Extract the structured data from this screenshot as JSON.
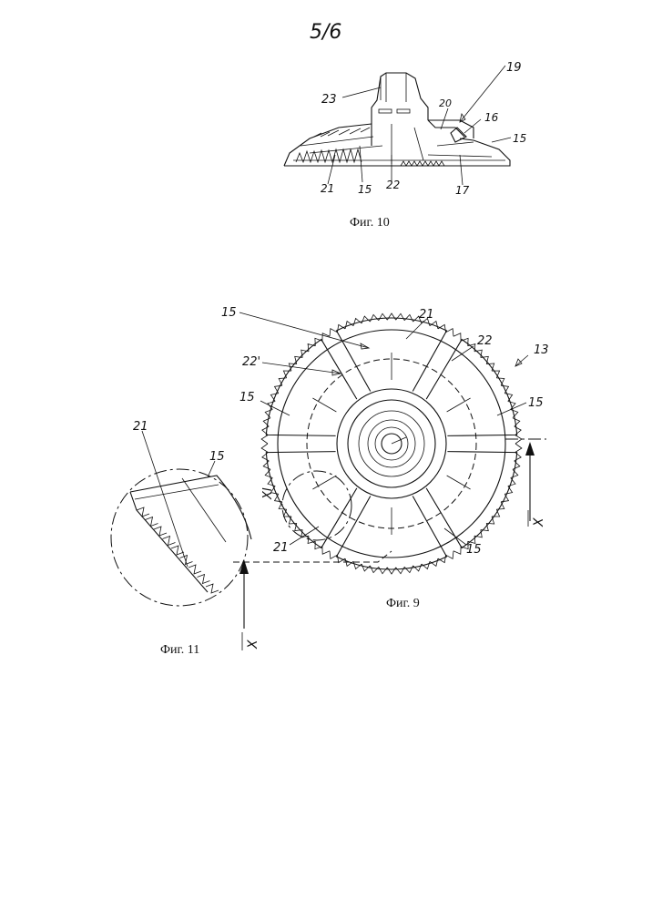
{
  "sheet": {
    "page_number": "5/6"
  },
  "fig10": {
    "caption": "Фиг. 10",
    "labels": {
      "l23": "23",
      "l19": "19",
      "l20": "20",
      "l16": "16",
      "l15a": "15",
      "l21": "21",
      "l15b": "15",
      "l22": "22",
      "l17": "17"
    }
  },
  "fig9": {
    "caption": "Фиг. 9",
    "labels": {
      "l15top": "15",
      "l21top": "21",
      "l22": "22",
      "l22p": "22'",
      "l13": "13",
      "l15left": "15",
      "l15right": "15",
      "l21bottom": "21",
      "l15bottom": "15"
    },
    "section_marks": {
      "x_right": "X",
      "detail": "XI"
    }
  },
  "fig11": {
    "caption": "Фиг. 11",
    "labels": {
      "l21": "21",
      "l15": "15"
    },
    "section_marks": {
      "x_left": "X"
    }
  }
}
